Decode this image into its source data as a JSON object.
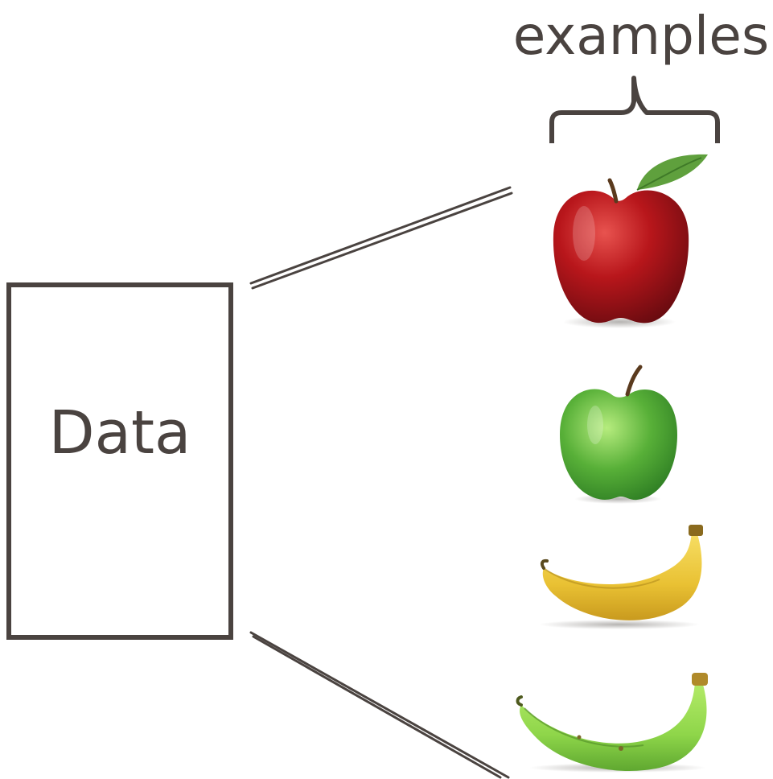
{
  "box": {
    "label": "Data"
  },
  "examples": {
    "title": "examples",
    "items": [
      {
        "name": "red-apple",
        "icon": "red-apple-image",
        "color": "#b01b1d"
      },
      {
        "name": "green-apple",
        "icon": "green-apple-image",
        "color": "#4ea52e"
      },
      {
        "name": "yellow-banana",
        "icon": "yellow-banana-image",
        "color": "#f2cf3b"
      },
      {
        "name": "green-banana",
        "icon": "green-banana-image",
        "color": "#8fd64a"
      }
    ]
  },
  "colors": {
    "stroke": "#4a4340",
    "text": "#4a4340"
  }
}
